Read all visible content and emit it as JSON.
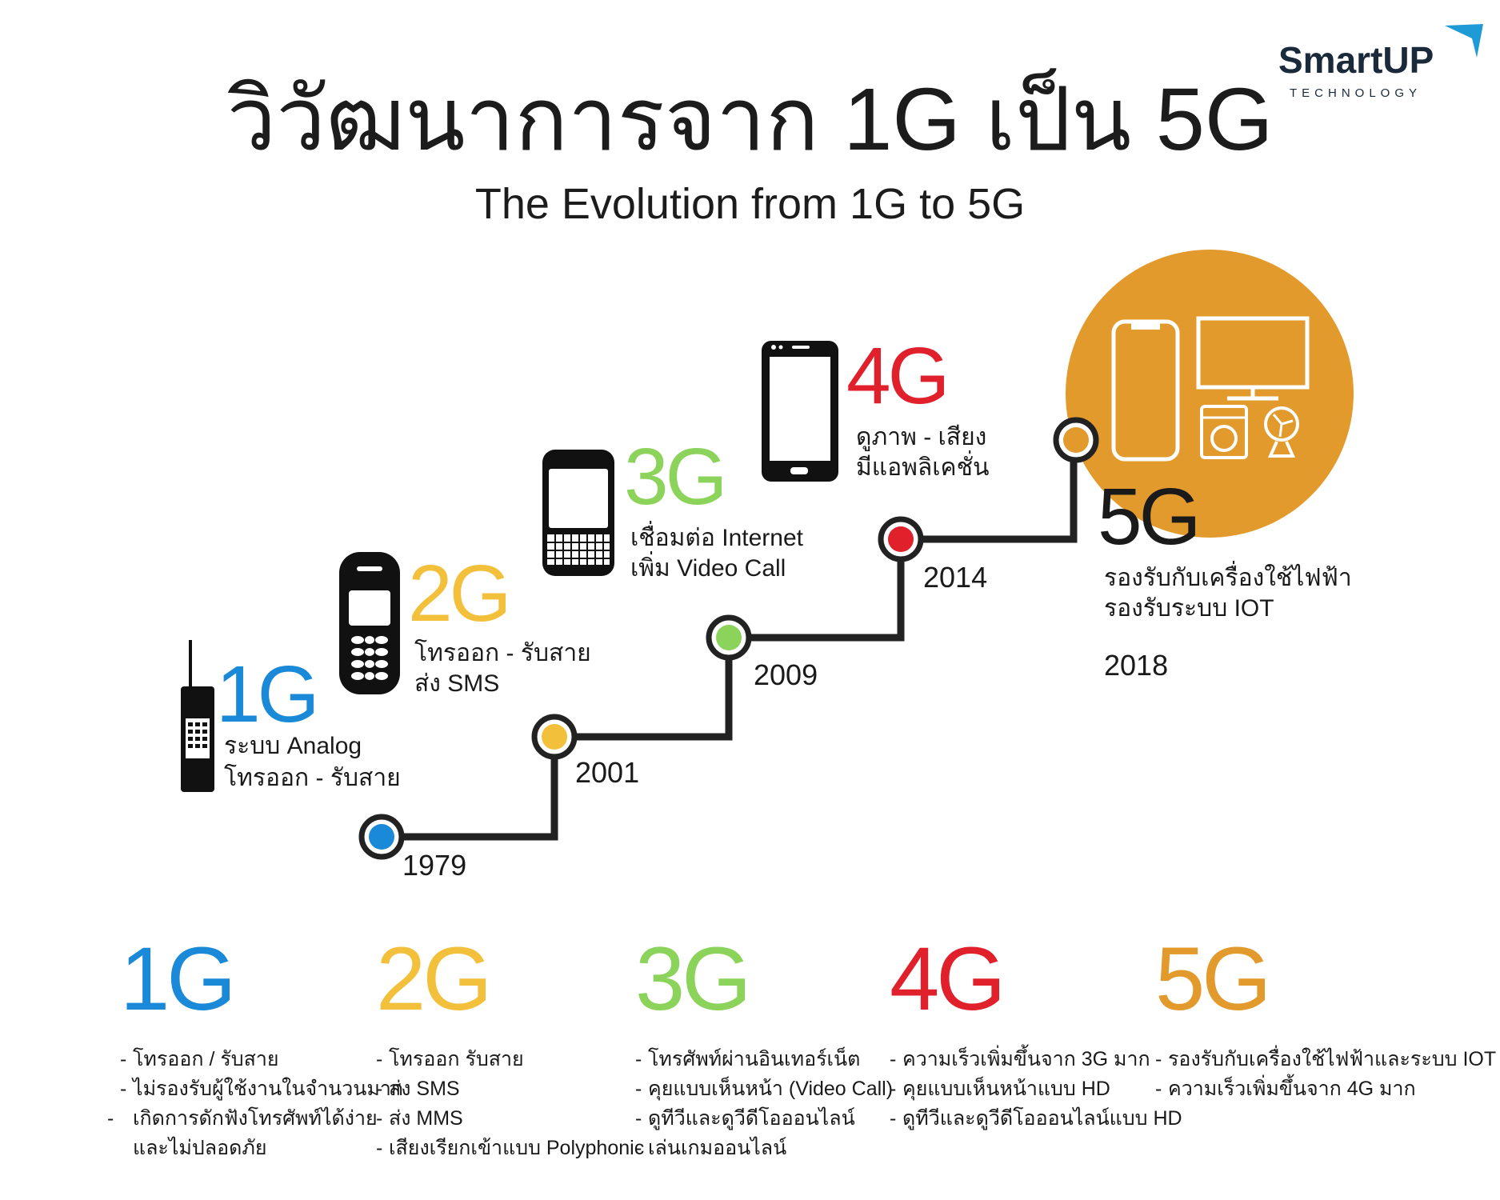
{
  "brand": {
    "name": "SmartUP",
    "sub": "TECHNOLOGY",
    "accent": "#1e9bd7"
  },
  "title": {
    "thai": "วิวัฒนาการจาก 1G เป็น 5G",
    "english": "The  Evolution from 1G to 5G"
  },
  "colors": {
    "g1": "#1a8ad8",
    "g2": "#f3c03c",
    "g3": "#8bd35a",
    "g4": "#e0202a",
    "g5": "#e29a2c",
    "line": "#222222"
  },
  "timeline": [
    {
      "gen": "1G",
      "year": "1979",
      "desc": [
        "ระบบ Analog",
        "โทรออก - รับสาย"
      ],
      "icon": "brick-phone-icon"
    },
    {
      "gen": "2G",
      "year": "2001",
      "desc": [
        "โทรออก - รับสาย",
        "ส่ง SMS"
      ],
      "icon": "keypad-phone-icon"
    },
    {
      "gen": "3G",
      "year": "2009",
      "desc": [
        "เชื่อมต่อ Internet",
        "เพิ่ม Video Call"
      ],
      "icon": "qwerty-phone-icon"
    },
    {
      "gen": "4G",
      "year": "2014",
      "desc": [
        "ดูภาพ - เสียง",
        "มีแอพลิเคชั่น"
      ],
      "icon": "smartphone-icon"
    },
    {
      "gen": "5G",
      "year": "2018",
      "desc": [
        "รองรับกับเครื่องใช้ไฟฟ้า",
        "รองรับระบบ IOT"
      ],
      "icon": "iot-devices-icon"
    }
  ],
  "details": [
    {
      "gen": "1G",
      "items": [
        "โทรออก / รับสาย",
        "ไม่รองรับผู้ใช้งานในจำนวนมาก",
        "เกิดการดักฟังโทรศัพท์ได้ง่ายและไม่ปลอดภัย"
      ]
    },
    {
      "gen": "2G",
      "items": [
        "โทรออก รับสาย",
        "ส่ง SMS",
        "ส่ง MMS",
        "เสียงเรียกเข้าแบบ Polyphonic"
      ]
    },
    {
      "gen": "3G",
      "items": [
        "โทรศัพท์ผ่านอินเทอร์เน็ต",
        "คุยแบบเห็นหน้า (Video Call)",
        "ดูทีวีและดูวีดีโอออนไลน์",
        "เล่นเกมออนไลน์"
      ]
    },
    {
      "gen": "4G",
      "items": [
        "ความเร็วเพิ่มขึ้นจาก 3G มาก",
        "คุยแบบเห็นหน้าแบบ HD",
        "ดูทีวีและดูวีดีโอออนไลน์แบบ HD"
      ]
    },
    {
      "gen": "5G",
      "items": [
        "รองรับกับเครื่องใช้ไฟฟ้าและระบบ IOT",
        "ความเร็วเพิ่มขึ้นจาก 4G มาก"
      ]
    }
  ]
}
